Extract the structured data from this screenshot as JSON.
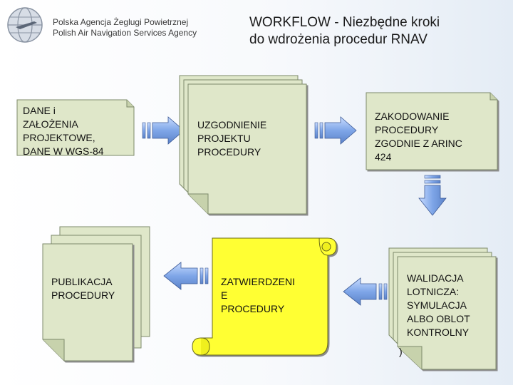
{
  "header": {
    "agency_pl": "Polska Agencja Żeglugi Powietrznej",
    "agency_en": "Polish Air Navigation Services Agency",
    "title_line1": "WORKFLOW - Niezbędne kroki",
    "title_line2": "do wdrożenia procedur RNAV"
  },
  "steps": {
    "dane": [
      "DANE  i",
      "ZAŁOŻENIA",
      "PROJEKTOWE,",
      "DANE W WGS-84"
    ],
    "uzgodnienie": [
      "UZGODNIENIE",
      "PROJEKTU",
      "PROCEDURY"
    ],
    "zakodowanie": [
      "ZAKODOWANIE",
      "PROCEDURY",
      "ZGODNIE Z ARINC",
      "424"
    ],
    "walidacja": [
      "WALIDACJA",
      "LOTNICZA:",
      "SYMULACJA",
      "ALBO OBLOT",
      "KONTROLNY"
    ],
    "walidacja_extra": ")",
    "zatwierdzenie": [
      "ZATWIERDZENI",
      "E",
      "PROCEDURY"
    ],
    "publikacja": [
      "PUBLIKACJA",
      "PROCEDURY"
    ]
  },
  "colors": {
    "card_fill": "#dfe7c9",
    "card_border": "#7d8a6a",
    "scroll_fill": "#ffff33",
    "arrow_fill": "#7fa6e8"
  }
}
